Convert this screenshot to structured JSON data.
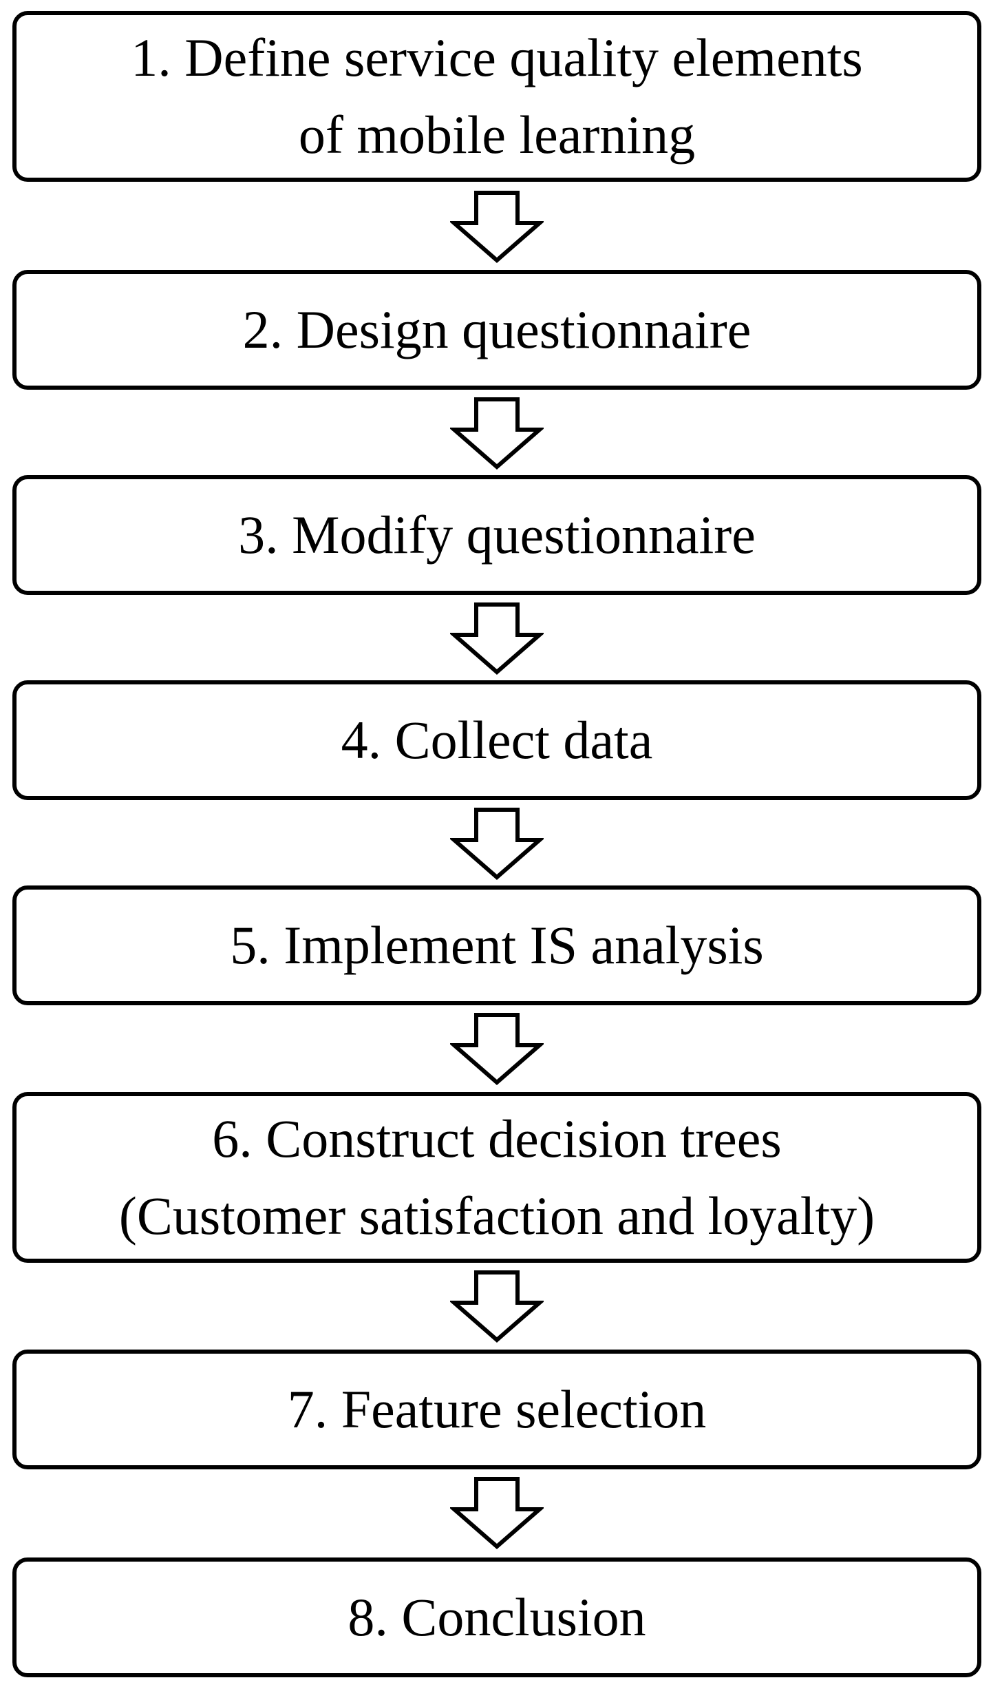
{
  "steps": [
    {
      "lines": [
        "1. Define service quality elements",
        "of mobile learning"
      ]
    },
    {
      "lines": [
        "2. Design questionnaire"
      ]
    },
    {
      "lines": [
        "3. Modify questionnaire"
      ]
    },
    {
      "lines": [
        "4. Collect data"
      ]
    },
    {
      "lines": [
        "5. Implement IS analysis"
      ]
    },
    {
      "lines": [
        "6. Construct decision trees",
        "(Customer satisfaction and loyalty)"
      ]
    },
    {
      "lines": [
        "7. Feature selection"
      ]
    },
    {
      "lines": [
        "8. Conclusion"
      ]
    }
  ],
  "connectors": [
    {
      "from": 1,
      "to": 2,
      "icon": "down-arrow-icon"
    },
    {
      "from": 2,
      "to": 3,
      "icon": "down-arrow-icon"
    },
    {
      "from": 3,
      "to": 4,
      "icon": "down-arrow-icon"
    },
    {
      "from": 4,
      "to": 5,
      "icon": "down-arrow-icon"
    },
    {
      "from": 5,
      "to": 6,
      "icon": "down-arrow-icon"
    },
    {
      "from": 6,
      "to": 7,
      "icon": "down-arrow-icon"
    },
    {
      "from": 7,
      "to": 8,
      "icon": "down-arrow-icon"
    }
  ],
  "colors": {
    "stroke": "#000000",
    "fill": "#ffffff",
    "text": "#000000"
  }
}
